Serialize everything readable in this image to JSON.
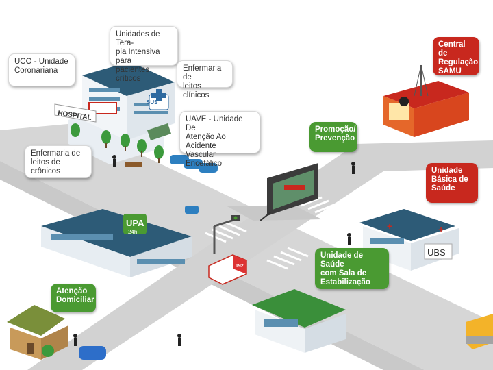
{
  "scene": {
    "hospital": {
      "sign": "HOSPITAL",
      "badge": "SUS"
    },
    "upa": {
      "logo": "UPA",
      "hours": "24h"
    },
    "ubs": {
      "sign": "UBS"
    },
    "billboard": {
      "text": ""
    },
    "ambulance": {
      "mark": "192"
    }
  },
  "bubbles": {
    "uco": "UCO - Unidade\nCoronariana",
    "uti": "Unidades de Tera-\npia Intensiva para\npacientes críticos",
    "enf_clinicos": "Enfermaria de\nleitos clínicos",
    "uave": "UAVE - Unidade De\nAtenção Ao Acidente\nVascular Encefálico",
    "enf_cronicos": "Enfermaria de\nleitos de crônicos",
    "promocao": "Promoção/\nPrevenção",
    "central": "Central de\nRegulação\nSAMU",
    "ubs": "Unidade\nBásica de\nSaúde",
    "unidade_saude": "Unidade de Saúde\ncom Sala de\nEstabilização",
    "atencao": "Atenção\nDomiciliar"
  },
  "colors": {
    "green": "#4a9a32",
    "red": "#c8281e",
    "road": "#d4d4d4",
    "sidewalk": "#e8e8e8"
  }
}
